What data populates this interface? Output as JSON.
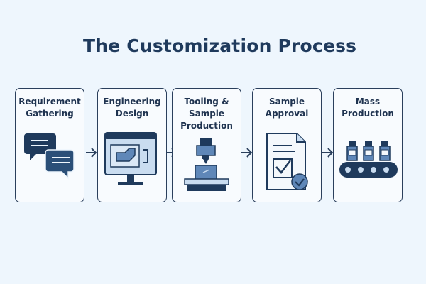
{
  "diagram": {
    "title": "The Customization Process",
    "steps": [
      {
        "label": "Requirement\nGathering",
        "icon": "chat-bubbles-icon"
      },
      {
        "label": "Engineering\nDesign",
        "icon": "cad-monitor-icon"
      },
      {
        "label": "Tooling &\nSample\nProduction",
        "icon": "cnc-machine-icon"
      },
      {
        "label": "Sample\nApproval",
        "icon": "approved-document-icon"
      },
      {
        "label": "Mass\nProduction",
        "icon": "conveyor-belt-icon"
      }
    ],
    "colors": {
      "background": "#eef6fd",
      "dark_navy": "#1f3a5c",
      "mid_blue": "#5f87b8",
      "light_blue": "#c9dcf0",
      "border": "#2a3f5c"
    }
  }
}
